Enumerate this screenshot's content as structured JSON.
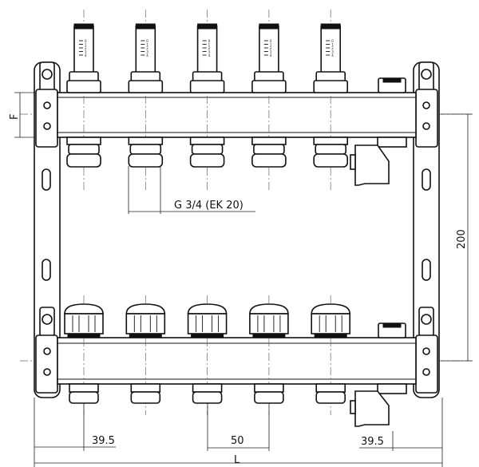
{
  "drawing": {
    "outlet_count": 5,
    "dimensions": {
      "flange_label": "F",
      "thread_label": "G 3/4 (EK 20)",
      "height_label": "200",
      "left_offset_label": "39.5",
      "pitch_label": "50",
      "right_offset_label": "39.5",
      "length_label": "L"
    },
    "flowmeter_scale": [
      "0",
      "1",
      "2",
      "3",
      "4"
    ]
  }
}
